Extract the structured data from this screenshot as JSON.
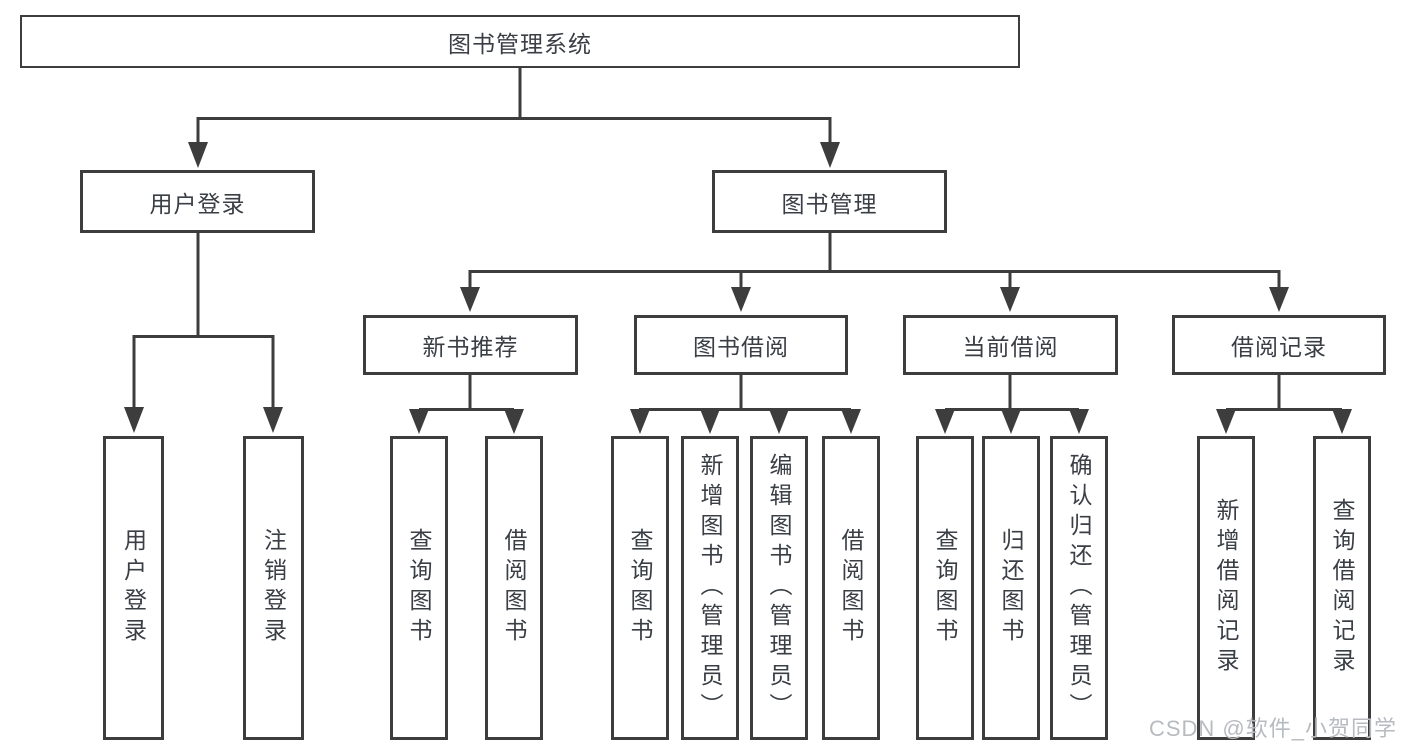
{
  "nodes": {
    "root": "图书管理系统",
    "user_login": "用户登录",
    "book_management": "图书管理",
    "new_book_recommend": "新书推荐",
    "book_borrow": "图书借阅",
    "current_borrow": "当前借阅",
    "borrow_records": "借阅记录",
    "leaf_user_login": "用户登录",
    "leaf_logout": "注销登录",
    "leaf_query_book_a": "查询图书",
    "leaf_borrow_book_a": "借阅图书",
    "leaf_query_book_b": "查询图书",
    "leaf_add_book": "新增图书（管理员）",
    "leaf_edit_book": "编辑图书（管理员）",
    "leaf_borrow_book_b": "借阅图书",
    "leaf_query_book_c": "查询图书",
    "leaf_return_book": "归还图书",
    "leaf_confirm_return": "确认归还（管理员）",
    "leaf_add_record": "新增借阅记录",
    "leaf_query_record": "查询借阅记录"
  },
  "watermark": "CSDN @软件_小贺同学",
  "colors": {
    "line": "#3d3d3d",
    "text": "#3a3e45",
    "watermark": "#b7bbc0",
    "background": "#ffffff"
  }
}
